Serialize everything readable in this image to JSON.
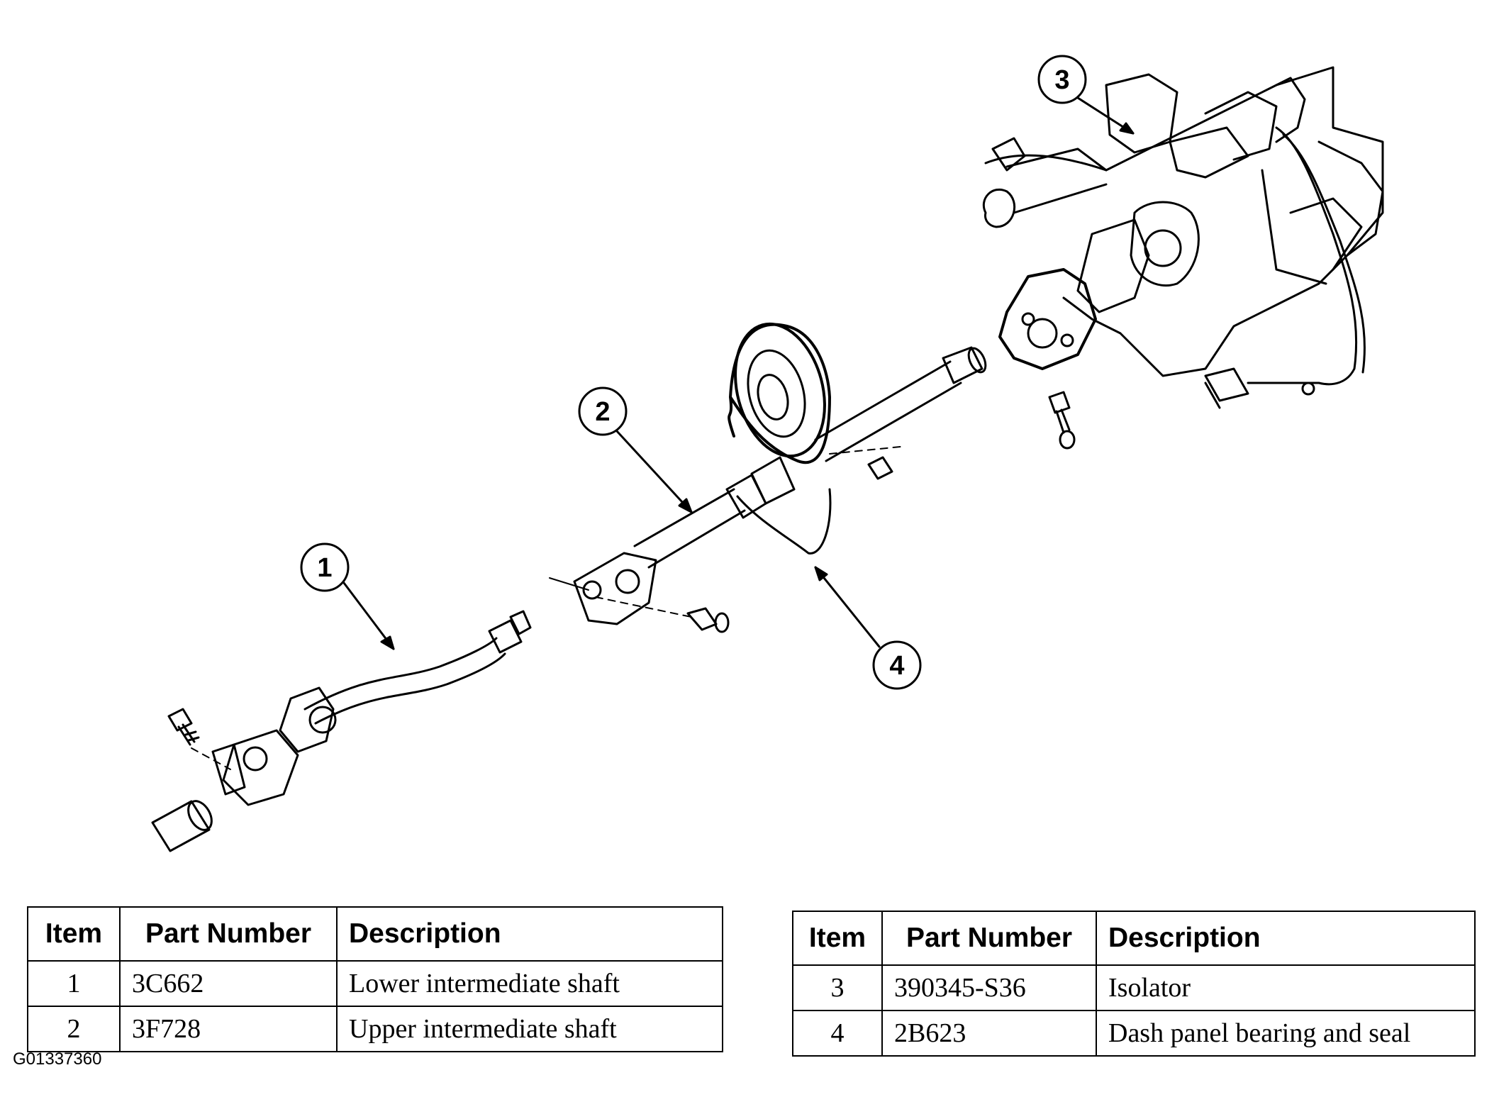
{
  "figure_id": "G01337360",
  "callouts": [
    "1",
    "2",
    "3",
    "4"
  ],
  "tables": [
    {
      "headers": {
        "item": "Item",
        "part_number": "Part Number",
        "description": "Description"
      },
      "rows": [
        {
          "item": "1",
          "part_number": "3C662",
          "description": "Lower intermediate shaft"
        },
        {
          "item": "2",
          "part_number": "3F728",
          "description": "Upper intermediate shaft"
        }
      ]
    },
    {
      "headers": {
        "item": "Item",
        "part_number": "Part Number",
        "description": "Description"
      },
      "rows": [
        {
          "item": "3",
          "part_number": "390345-S36",
          "description": "Isolator"
        },
        {
          "item": "4",
          "part_number": "2B623",
          "description": "Dash panel bearing and seal"
        }
      ]
    }
  ]
}
